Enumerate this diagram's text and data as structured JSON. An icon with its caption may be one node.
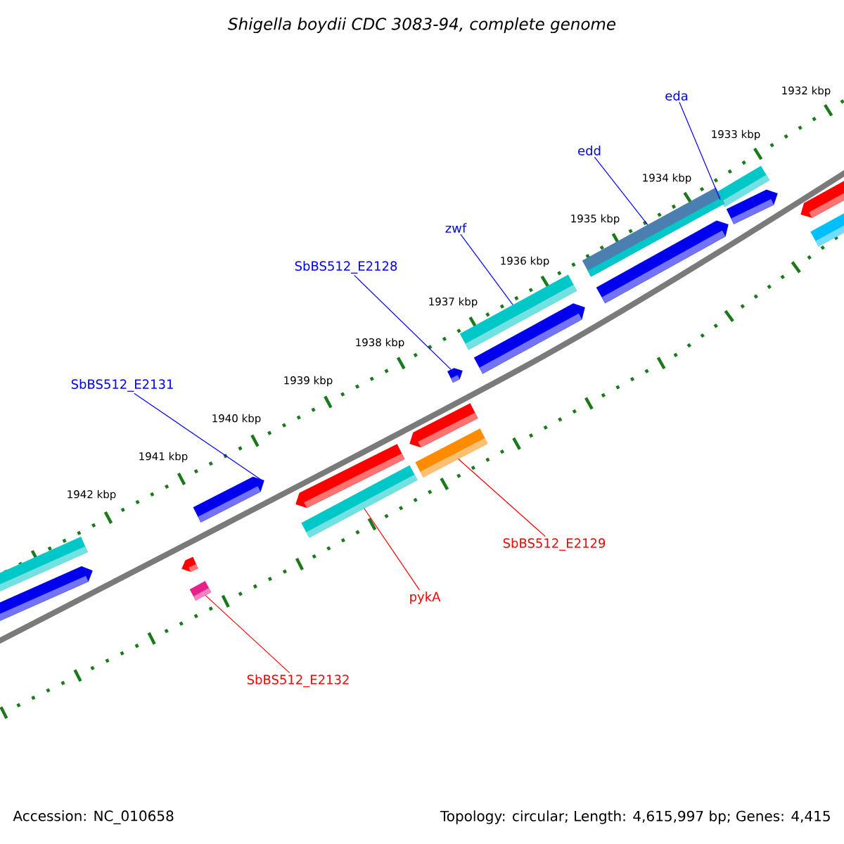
{
  "diagram": {
    "title": "Shigella boydii CDC 3083-94, complete genome",
    "nodes": [
      {
        "text": [
          "eda"
        ]
      },
      {
        "text": [
          "edd"
        ]
      },
      {
        "text": [
          "zwf"
        ]
      },
      {
        "text": [
          "SbBS512_E2128"
        ]
      },
      {
        "text": [
          "SbBS512_E2131"
        ]
      },
      {
        "text": [
          "SbBS512_E2129"
        ]
      },
      {
        "text": [
          "pykA"
        ]
      },
      {
        "text": [
          "SbBS512_E2132"
        ]
      },
      {
        "text": [],
        "shape": "bar"
      },
      {
        "text": [],
        "shape": "bar"
      },
      {
        "text": [],
        "shape": "bar"
      },
      {
        "text": [],
        "shape": "bar"
      },
      {
        "text": [],
        "shape": "bar"
      },
      {
        "text": [],
        "shape": "bar"
      },
      {
        "text": [],
        "shape": "bar"
      },
      {
        "text": [],
        "shape": "bar"
      }
    ],
    "edges": [
      {
        "from": 0,
        "to": 8,
        "arrow": "none"
      },
      {
        "from": 1,
        "to": 9,
        "arrow": "none"
      },
      {
        "from": 2,
        "to": 10,
        "arrow": "none"
      },
      {
        "from": 3,
        "to": 11,
        "arrow": "none"
      },
      {
        "from": 4,
        "to": 12,
        "arrow": "none"
      },
      {
        "from": 5,
        "to": 13,
        "arrow": "none",
        "color": "#ff0000"
      },
      {
        "from": 6,
        "to": 14,
        "arrow": "none",
        "color": "#ff0000"
      },
      {
        "from": 7,
        "to": 15,
        "arrow": "none",
        "color": "#ff0000"
      }
    ],
    "labels": [
      "1932 kbp",
      "1933 kbp",
      "1934 kbp",
      "1935 kbp",
      "1936 kbp",
      "1937 kbp",
      "1938 kbp",
      "1939 kbp",
      "1940 kbp",
      "1941 kbp",
      "1942 kbp",
      "Accession: NC_010658",
      "Topology: circular; Length: 4,615,997 bp; Genes: 4,415"
    ]
  }
}
